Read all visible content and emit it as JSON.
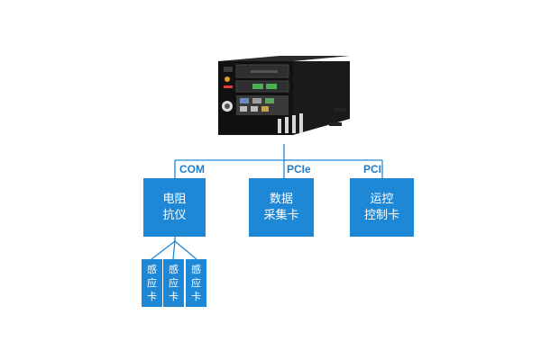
{
  "diagram": {
    "bus_labels": {
      "com": "COM",
      "pcie": "PCIe",
      "pci": "PCI"
    },
    "boxes": {
      "resistance_meter": "电阻\n抗仪",
      "data_acquisition_card": "数据\n采集卡",
      "motion_control_card": "运控\n控制卡"
    },
    "sensor_cards": [
      "感\n应\n卡",
      "感\n应\n卡",
      "感\n应\n卡"
    ],
    "colors": {
      "line": "#1e88d6",
      "box": "#1e88d6",
      "label": "#1e7cc8"
    }
  },
  "icons": {
    "device": "industrial-pc-chassis-icon"
  }
}
